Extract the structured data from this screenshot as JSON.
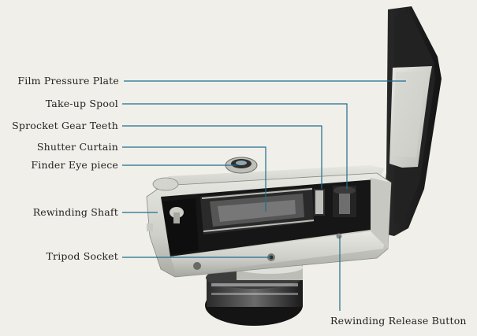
{
  "callouts": [
    {
      "id": "film-pressure-plate",
      "label": "Film Pressure Plate"
    },
    {
      "id": "take-up-spool",
      "label": "Take-up Spool"
    },
    {
      "id": "sprocket-gear-teeth",
      "label": "Sprocket Gear Teeth"
    },
    {
      "id": "shutter-curtain",
      "label": "Shutter Curtain"
    },
    {
      "id": "finder-eye-piece",
      "label": "Finder Eye piece"
    },
    {
      "id": "rewinding-shaft",
      "label": "Rewinding Shaft"
    },
    {
      "id": "tripod-socket",
      "label": "Tripod Socket"
    },
    {
      "id": "rewinding-release-button",
      "label": "Rewinding Release Button"
    }
  ],
  "colors": {
    "paper": "#f0efe9",
    "leader_line": "#1f6d8e",
    "label_text": "#232323",
    "camera_chrome": "#d9d9d4",
    "camera_body_dark": "#1c1c1c",
    "film_gate": "#3a3a3a"
  }
}
